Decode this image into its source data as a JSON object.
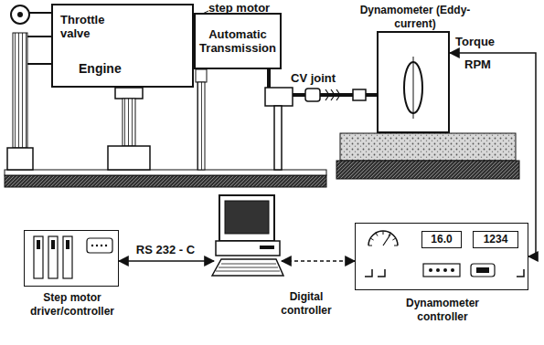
{
  "diagram": {
    "nodes": [
      {
        "text": [
          "Engine"
        ]
      },
      {
        "text": [
          "Automatic Transmission"
        ]
      },
      {
        "text": [
          "Dynamometer (Eddy-current)"
        ]
      },
      {
        "text": [
          "Step motor driver/controller"
        ]
      },
      {
        "text": [
          "Digital controller"
        ]
      },
      {
        "text": [
          "16.0",
          "1234",
          "Dynamometer controller"
        ]
      }
    ],
    "edges": [
      {
        "from": 1,
        "to": 2,
        "arrow": "none",
        "label": "CV joint"
      },
      {
        "from": 3,
        "to": 4,
        "arrow": "both",
        "label": "RS 232 - C"
      },
      {
        "from": 4,
        "to": 5,
        "arrow": "both"
      },
      {
        "from": 2,
        "to": 5,
        "arrow": "both"
      }
    ],
    "labels": [
      "Throttle valve",
      "step motor",
      "Torque",
      "RPM"
    ]
  }
}
